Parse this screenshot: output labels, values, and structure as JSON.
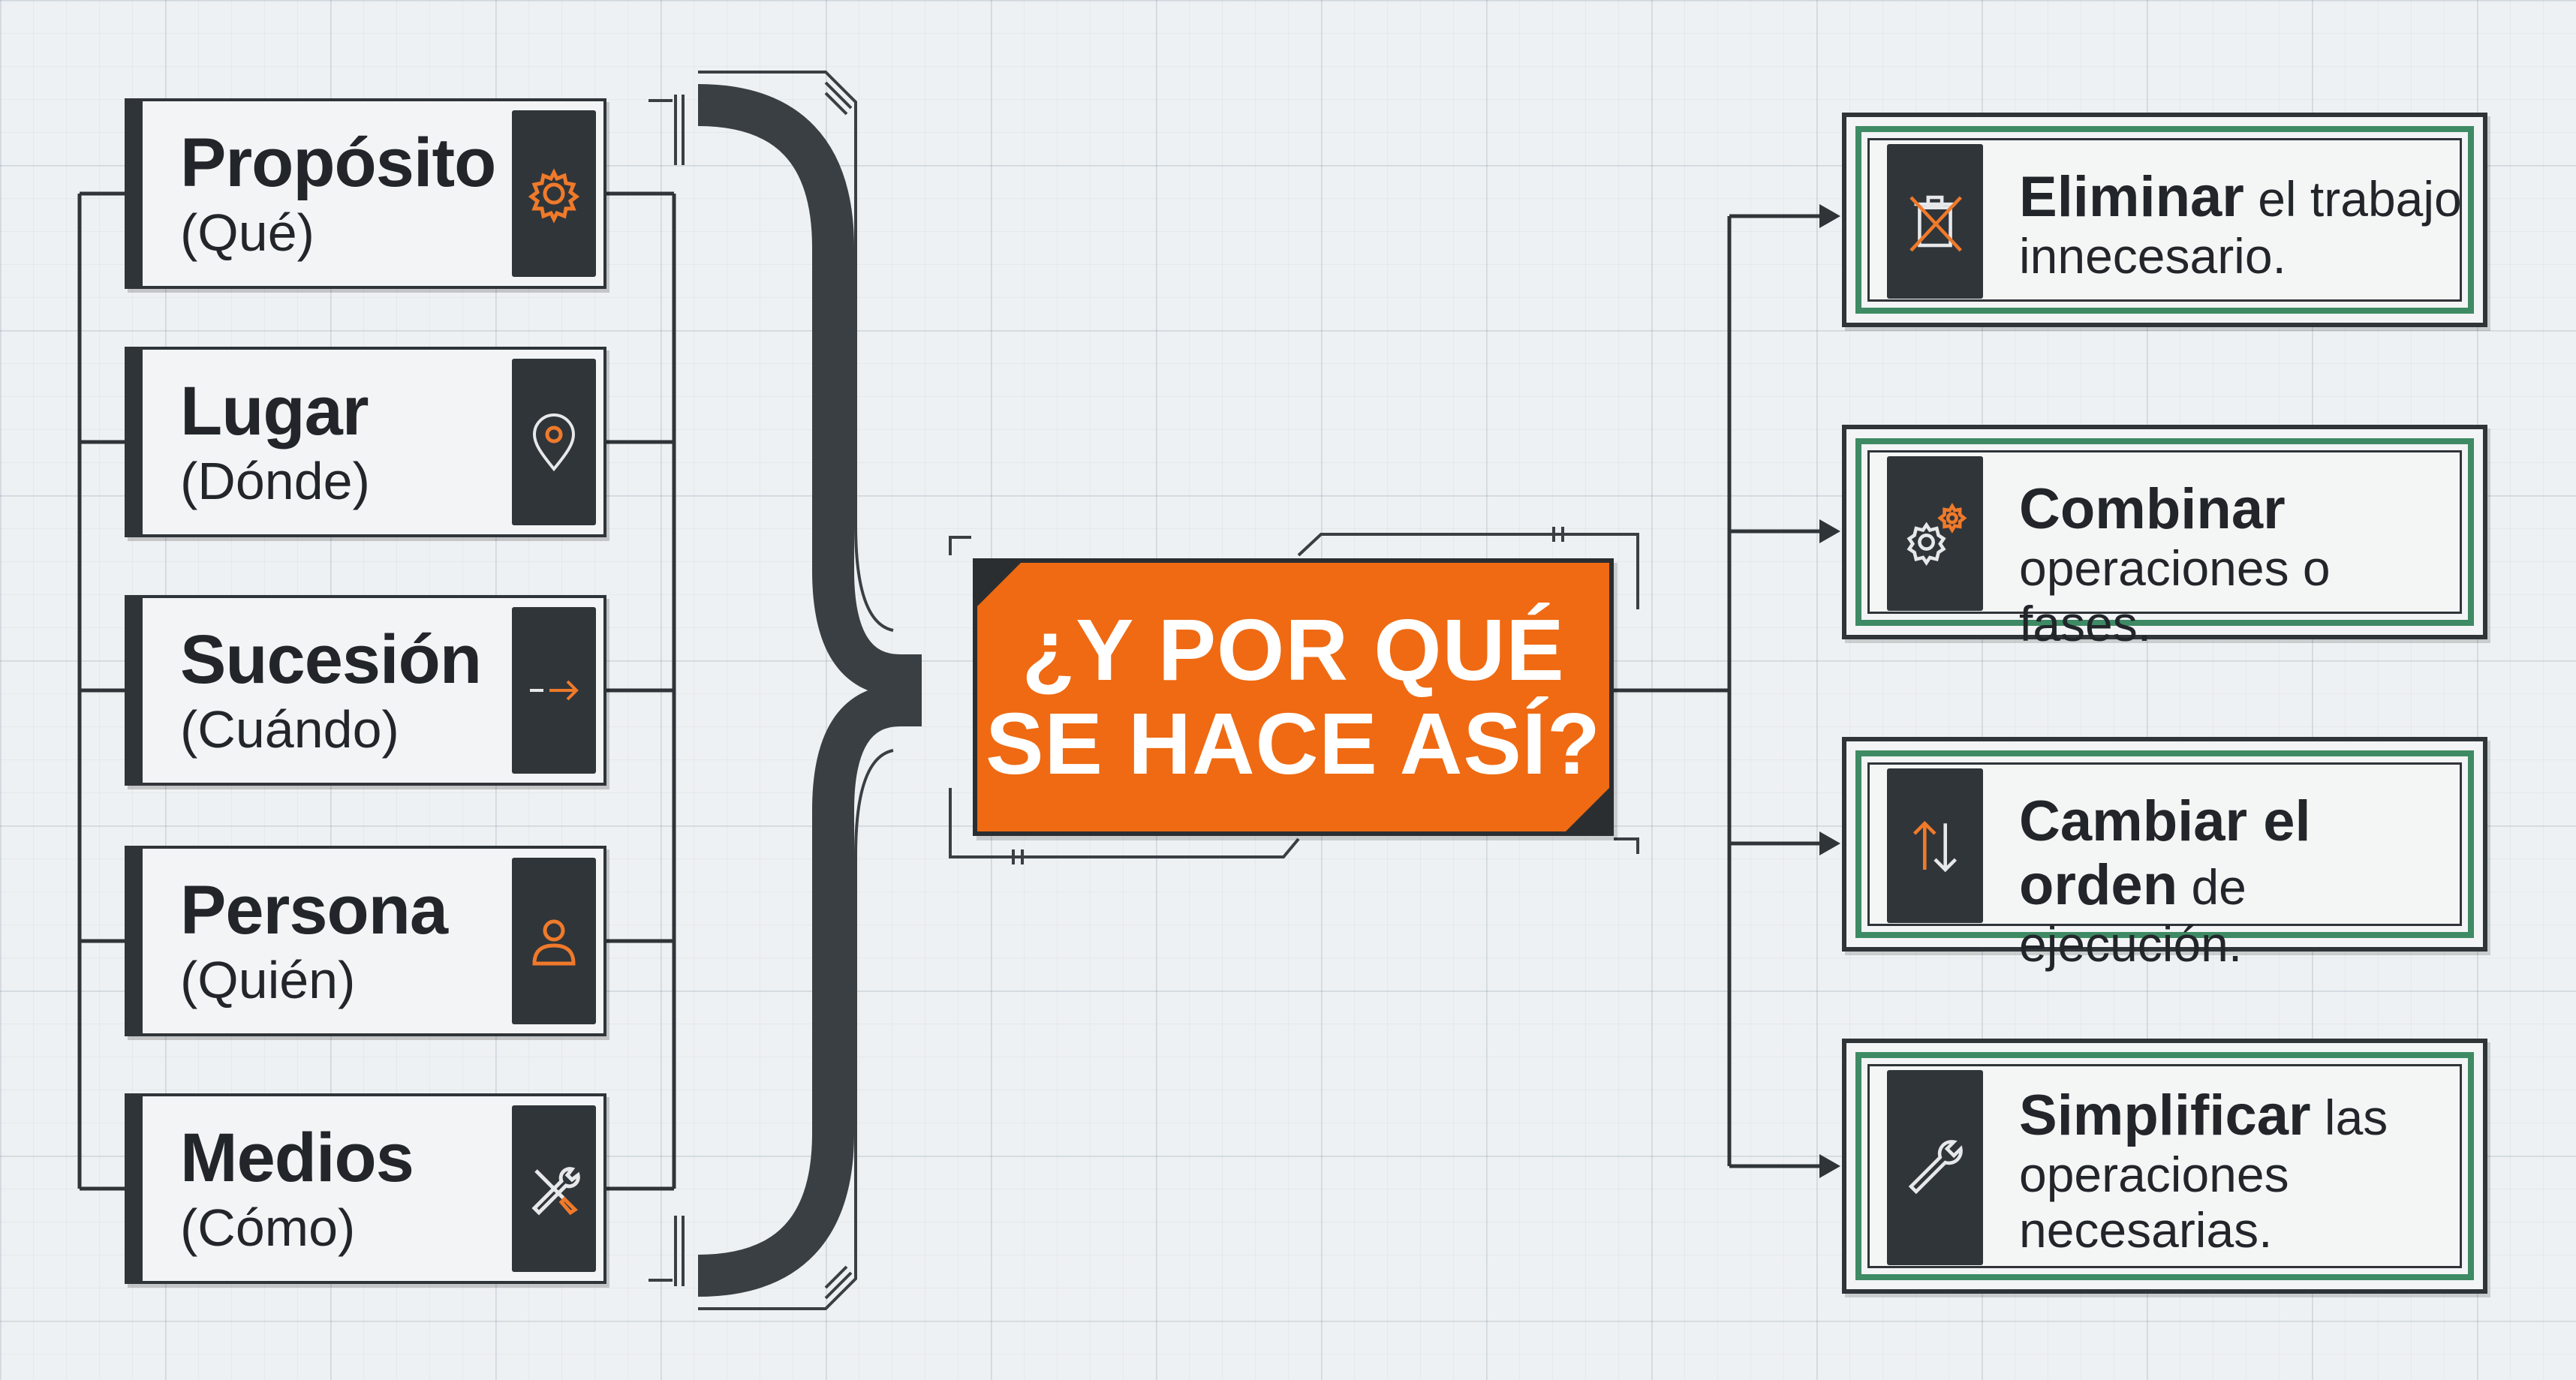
{
  "left_items": [
    {
      "title": "Propósito",
      "subtitle": "(Qué)",
      "icon": "gear-icon"
    },
    {
      "title": "Lugar",
      "subtitle": "(Dónde)",
      "icon": "location-pin-icon"
    },
    {
      "title": "Sucesión",
      "subtitle": "(Cuándo)",
      "icon": "arrow-right-icon"
    },
    {
      "title": "Persona",
      "subtitle": "(Quién)",
      "icon": "person-icon"
    },
    {
      "title": "Medios",
      "subtitle": "(Cómo)",
      "icon": "tools-icon"
    }
  ],
  "center": {
    "line1": "¿Y POR QUÉ",
    "line2": "SE HACE ASÍ?"
  },
  "right_items": [
    {
      "bold": "Eliminar",
      "rest": " el trabajo innecesario.",
      "icon": "crossed-trash-icon"
    },
    {
      "bold": "Combinar",
      "rest": " operaciones o fases.",
      "icon": "gears-icon"
    },
    {
      "bold": "Cambiar el orden",
      "rest": " de ejecución.",
      "icon": "swap-arrows-icon"
    },
    {
      "bold": "Simplificar",
      "rest": " las operaciones necesarias.",
      "icon": "wrench-icon"
    }
  ],
  "colors": {
    "accent": "#ef6a12",
    "dark": "#2f3438",
    "green": "#3e8a64",
    "background": "#eef1f3"
  }
}
